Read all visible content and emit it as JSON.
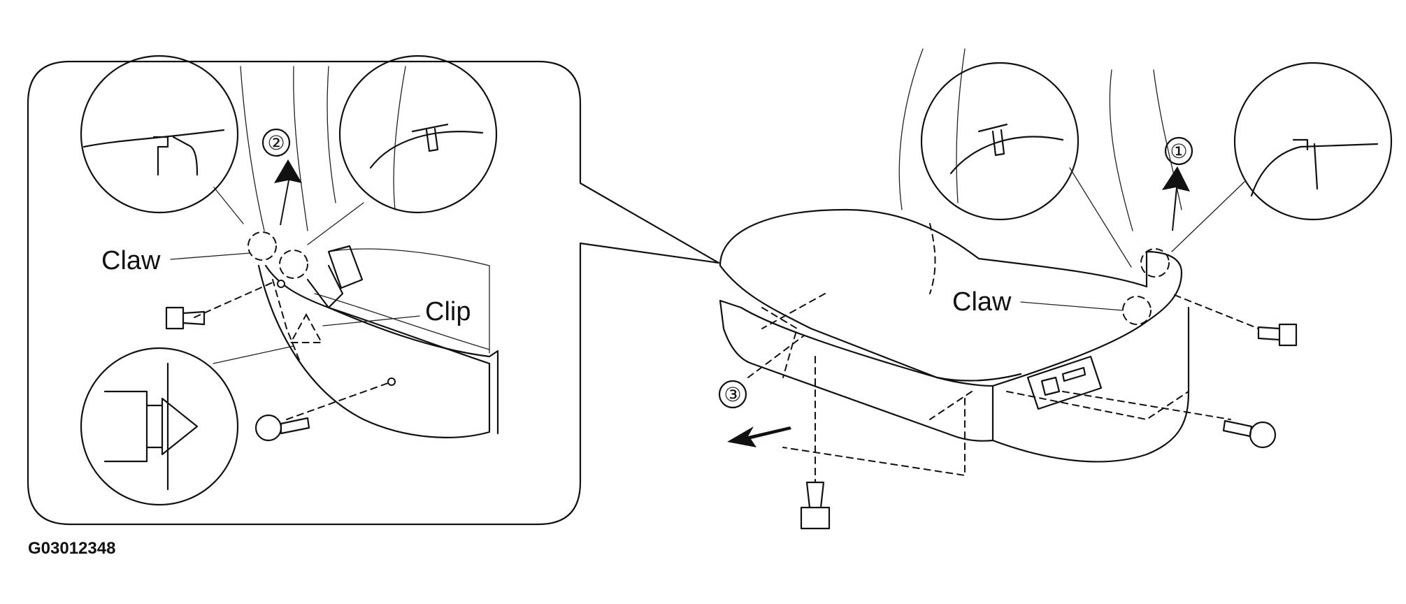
{
  "labels": {
    "claw_left": "Claw",
    "clip": "Clip",
    "claw_right": "Claw",
    "step_1": "①",
    "step_2": "②",
    "step_3": "③",
    "figure_code": "G03012348"
  },
  "colors": {
    "ink": "#111111",
    "background": "#ffffff"
  },
  "icons": [
    "arrow-up-icon",
    "arrow-down-left-icon",
    "bolt-icon",
    "screw-icon",
    "clip-symbol-icon",
    "magnifier-circle-icon"
  ]
}
